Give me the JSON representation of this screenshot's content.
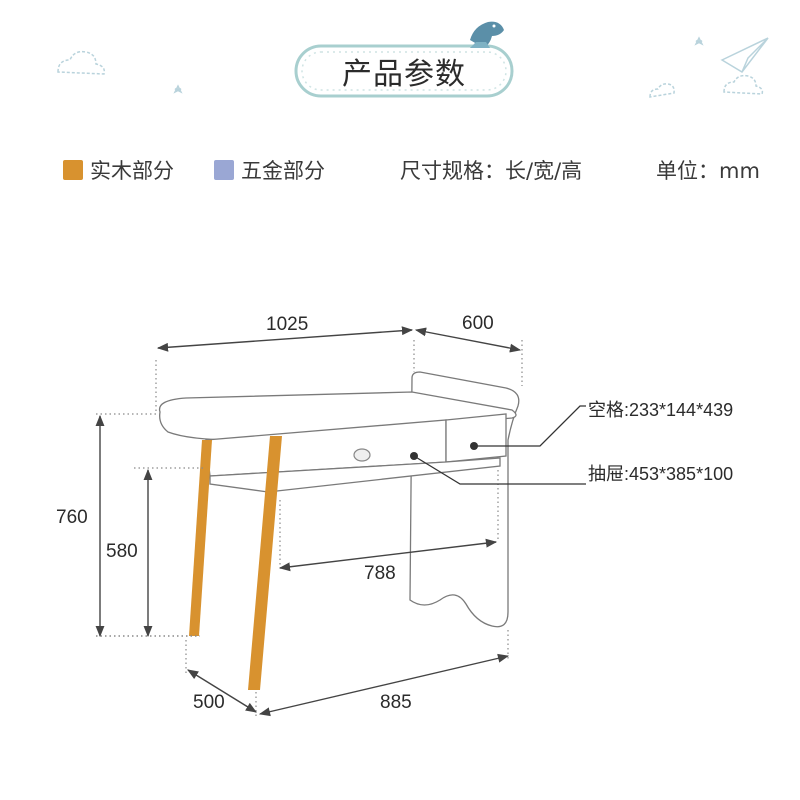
{
  "title": "产品参数",
  "legend": {
    "solid_wood": {
      "label": "实木部分",
      "color": "#d8922f"
    },
    "hardware": {
      "label": "五金部分",
      "color": "#9aa7d4"
    },
    "size_spec": "尺寸规格：长/宽/高",
    "unit": "单位：mm"
  },
  "dimensions": {
    "top_length": "1025",
    "top_width": "600",
    "total_height": "760",
    "shelf_height": "580",
    "inner_span": "788",
    "base_depth": "500",
    "base_length": "885"
  },
  "callouts": {
    "cubby": "空格:233*144*439",
    "drawer": "抽屉:453*385*100"
  },
  "colors": {
    "wood": "#d8922f",
    "line": "#555555",
    "title_border": "#a8cfcf"
  }
}
